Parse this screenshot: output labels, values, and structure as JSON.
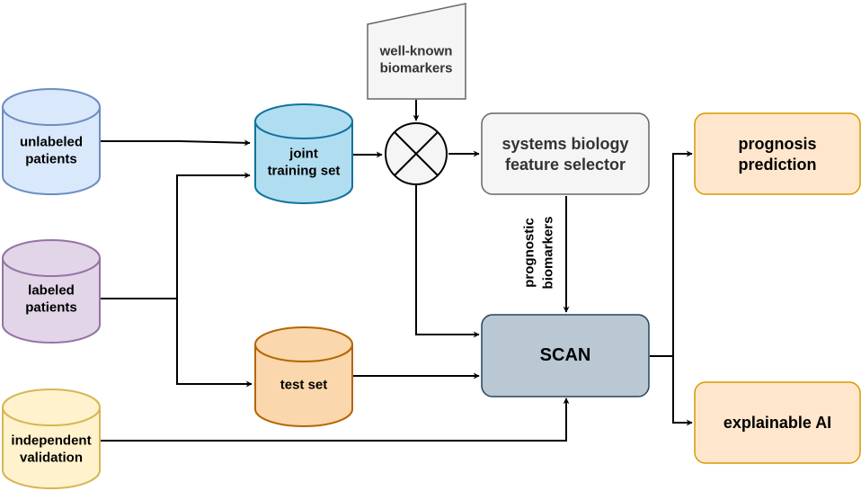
{
  "nodes": {
    "unlabeled_patients": {
      "line1": "unlabeled",
      "line2": "patients",
      "fill": "#dae8fc",
      "stroke": "#6c8ebf"
    },
    "labeled_patients": {
      "line1": "labeled",
      "line2": "patients",
      "fill": "#e1d5e7",
      "stroke": "#9673a6"
    },
    "independent_validation": {
      "line1": "independent",
      "line2": "validation",
      "fill": "#fff2cc",
      "stroke": "#d6b656"
    },
    "joint_training_set": {
      "line1": "joint",
      "line2": "training set",
      "fill": "#b1ddf0",
      "stroke": "#10739e"
    },
    "test_set": {
      "line1": "test set",
      "fill": "#fad7ac",
      "stroke": "#b46504"
    },
    "well_known_biomarkers": {
      "line1": "well-known",
      "line2": "biomarkers",
      "fill": "#f5f5f5",
      "stroke": "#666666"
    },
    "systems_biology_feature_selector": {
      "line1": "systems biology",
      "line2": "feature selector",
      "fill": "#f5f5f5",
      "stroke": "#666666",
      "text_color": "#333333"
    },
    "scan": {
      "label": "SCAN",
      "fill": "#bac8d3",
      "stroke": "#23445d"
    },
    "prognosis_prediction": {
      "line1": "prognosis",
      "line2": "prediction",
      "fill": "#ffe6cc",
      "stroke": "#d79b00"
    },
    "explainable_ai": {
      "label": "explainable AI",
      "fill": "#ffe6cc",
      "stroke": "#d79b00"
    }
  },
  "edge_labels": {
    "prognostic_biomarkers": {
      "line1": "prognostic",
      "line2": "biomarkers"
    }
  },
  "colors": {
    "edge": "#000000",
    "combiner_fill": "#f5f5f5",
    "combiner_stroke": "#000000"
  }
}
